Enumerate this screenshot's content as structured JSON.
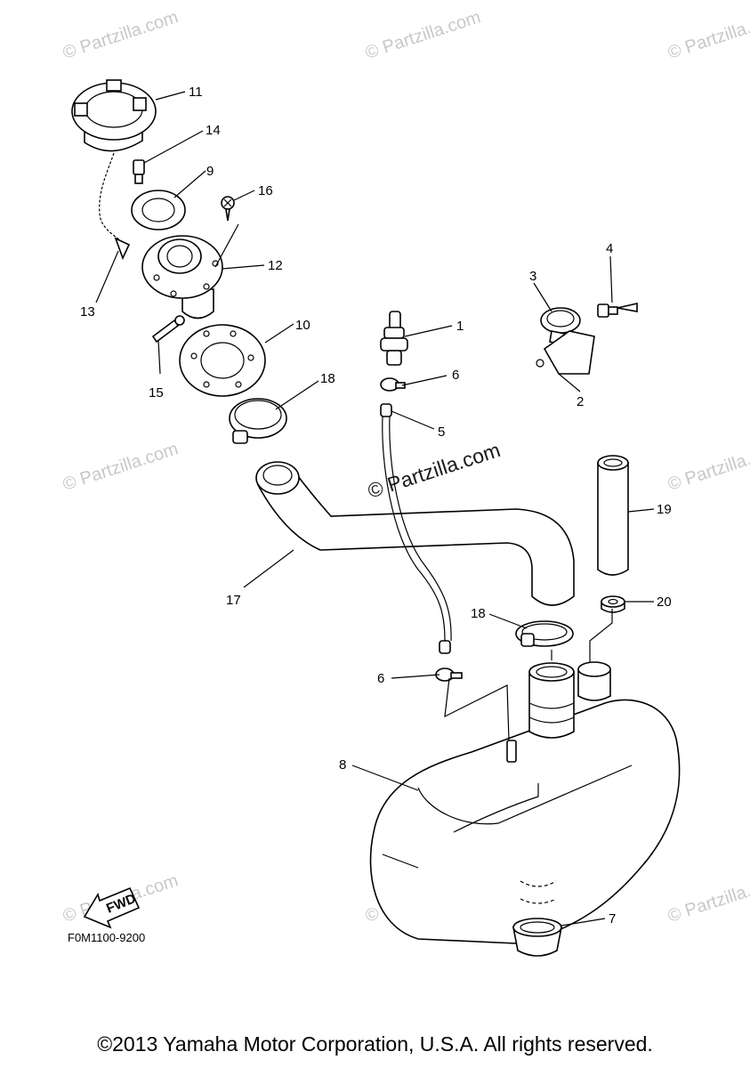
{
  "watermark_text": "© Partzilla.com",
  "watermark_main": "© Partzilla.com",
  "diagram_code": "F0M1100-9200",
  "fwd_label": "FWD",
  "copyright": "©2013 Yamaha Motor Corporation, U.S.A. All rights reserved.",
  "callouts": {
    "c1": "1",
    "c2": "2",
    "c3": "3",
    "c4": "4",
    "c5": "5",
    "c6a": "6",
    "c6b": "6",
    "c7": "7",
    "c8": "8",
    "c9": "9",
    "c10": "10",
    "c11": "11",
    "c12": "12",
    "c13": "13",
    "c14": "14",
    "c15": "15",
    "c16": "16",
    "c17": "17",
    "c18a": "18",
    "c18b": "18",
    "c19": "19",
    "c20": "20"
  }
}
